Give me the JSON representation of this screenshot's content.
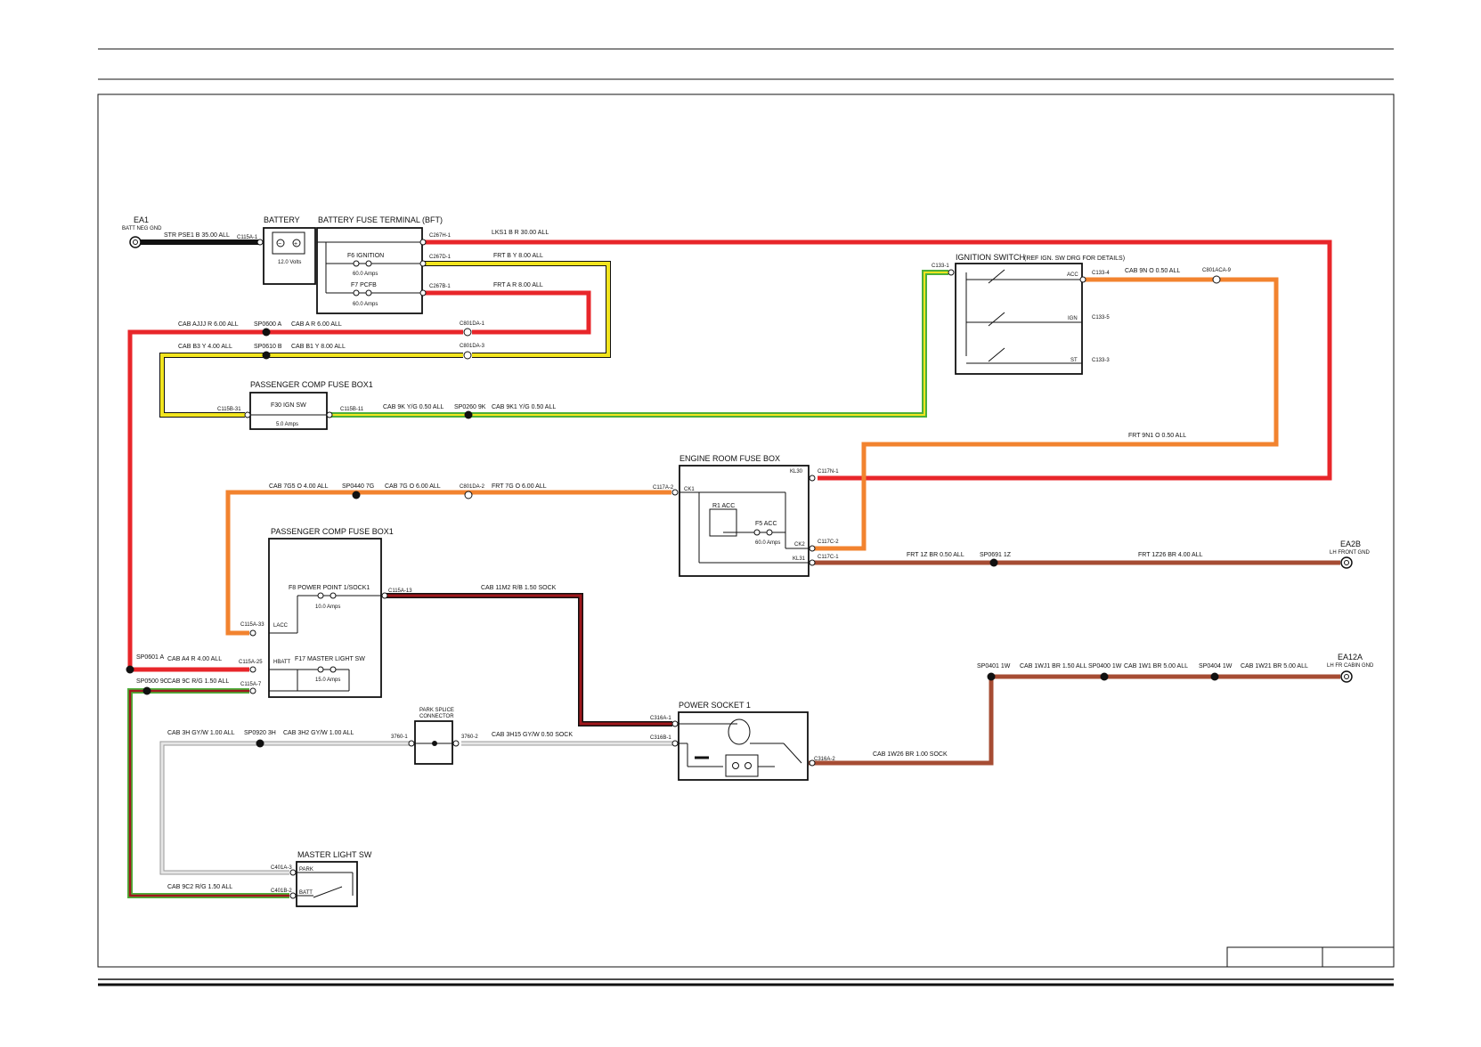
{
  "colors": {
    "red": "#e8262a",
    "yellow": "#f2e51f",
    "orange": "#f2832f",
    "brown": "#a64c33",
    "green": "#4caf3a",
    "gray": "#c9c9c9",
    "darkred": "#a0181c"
  },
  "components": {
    "ea1": "EA1",
    "ea1_sub": "BATT NEG GND",
    "battery": "BATTERY",
    "battery_volts": "12.0 Volts",
    "bft": "BATTERY FUSE TERMINAL (BFT)",
    "f6": "F6 IGNITION",
    "f6_amps": "60.0 Amps",
    "f7": "F7 PCFB",
    "f7_amps": "60.0 Amps",
    "ign_switch": "IGNITION SWITCH",
    "ign_switch_ref": "(REF IGN. SW DRG FOR DETAILS)",
    "pcfb1_top": "PASSENGER COMP FUSE BOX1",
    "f30": "F30 IGN SW",
    "f30_amps": "5.0 Amps",
    "erfb": "ENGINE ROOM FUSE BOX",
    "r1": "R1 ACC",
    "f5": "F5 ACC",
    "f5_amps": "60.0 Amps",
    "ea2b": "EA2B",
    "ea2b_sub": "LH FRONT GND",
    "pcfb1": "PASSENGER COMP FUSE BOX1",
    "f8": "F8 POWER POINT 1/SOCK1",
    "f8_amps": "10.0 Amps",
    "f17": "F17 MASTER LIGHT SW",
    "f17_amps": "15.0 Amps",
    "ea12a": "EA12A",
    "ea12a_sub": "LH FR CABIN GND",
    "park_splice": "PARK SPLICE",
    "park_splice2": "CONNECTOR",
    "power_socket": "POWER SOCKET 1",
    "master_sw": "MASTER LIGHT SW"
  },
  "pins": {
    "kl30": "KL30",
    "ck1": "CK1",
    "ck2": "CK2",
    "kl31": "KL31",
    "acc": "ACC",
    "ign": "IGN",
    "st": "ST",
    "lacc": "LACC",
    "hbatt": "HBATT",
    "park": "PARK",
    "batt": "BATT"
  },
  "connectors": {
    "c115a_1": "C115A-1",
    "c267h_1": "C267H-1",
    "c267d_1": "C267D-1",
    "c267b_1": "C267B-1",
    "c801da_1": "C801DA-1",
    "c801da_3": "C801DA-3",
    "c133_1": "C133-1",
    "c133_4": "C133-4",
    "c133_5": "C133-5",
    "c133_3": "C133-3",
    "c801aca_9": "C801ACA-9",
    "c115b_31": "C115B-31",
    "c115b_11": "C115B-11",
    "c801da_2": "C801DA-2",
    "c117a_2": "C117A-2",
    "c117n_1": "C117N-1",
    "c117c_2": "C117C-2",
    "c117c_1": "C117C-1",
    "c115a_33": "C115A-33",
    "c115a_13": "C115A-13",
    "c115a_25": "C115A-25",
    "c115a_7": "C115A-7",
    "c316a_1": "C316A-1",
    "c316b_1": "C316B-1",
    "c316a_2": "C316A-2",
    "x3760_1": "3760-1",
    "x3760_2": "3760-2",
    "c401a_3": "C401A-3",
    "c401b_2": "C401B-2"
  },
  "wires": {
    "w_str": "STR   PSE1 B 35.00 ALL",
    "w_lks1": "LKS1   B R 30.00 ALL",
    "w_frt_b1": "FRT   B Y 8.00 ALL",
    "w_frt_a": "FRT   A R 8.00 ALL",
    "w_ign_acc": "CAB   9N O 0.50 ALL",
    "w_ajjj": "CAB   AJJJ R 6.00 ALL",
    "sp0600": "SP0600 A",
    "w_car6": "CAB   A R 6.00 ALL",
    "w_b3": "CAB   B3 Y 4.00 ALL",
    "sp0610": "SP0610 B",
    "w_b1": "CAB   B1 Y 8.00 ALL",
    "w_9k": "CAB   9K Y/G 0.50 ALL",
    "sp0260": "SP0260 9K",
    "w_9k1": "CAB   9K1 Y/G 0.50 ALL",
    "w_9n1": "FRT   9N1 O 0.50 ALL",
    "w_7g5": "CAB   7G5 O 4.00 ALL",
    "sp0440": "SP0440 7G",
    "w_7g_cab": "CAB   7G O 6.00 ALL",
    "w_7g_frt": "FRT   7G O 6.00 ALL",
    "w_1z": "FRT   1Z BR 0.50 ALL",
    "sp0691": "SP0691 1Z",
    "w_1z26": "FRT   1Z26 BR 4.00 ALL",
    "w_11m2": "CAB   11M2 R/B 1.50 SOCK",
    "sp0601": "SP0601 A",
    "w_a4": "CAB   A4 R 4.00 ALL",
    "sp0500": "SP0500 9C",
    "w_9c": "CAB   9C R/G 1.50 ALL",
    "sp0401": "SP0401 1W",
    "w_1wj1": "CAB   1WJ1 BR 1.50 ALL",
    "sp0400": "SP0400 1W",
    "w_1w1": "CAB   1W1 BR 5.00 ALL",
    "sp0404": "SP0404 1W",
    "w_1w21": "CAB   1W21 BR 5.00 ALL",
    "w_3h": "CAB   3H GY/W 1.00 ALL",
    "sp0920": "SP0920 3H",
    "w_3h2": "CAB   3H2 GY/W 1.00 ALL",
    "w_3h15": "CAB   3H15 GY/W 0.50 SOCK",
    "w_1w26": "CAB   1W26 BR 1.00 SOCK",
    "w_9c2": "CAB   9C2 R/G 1.50 ALL"
  }
}
